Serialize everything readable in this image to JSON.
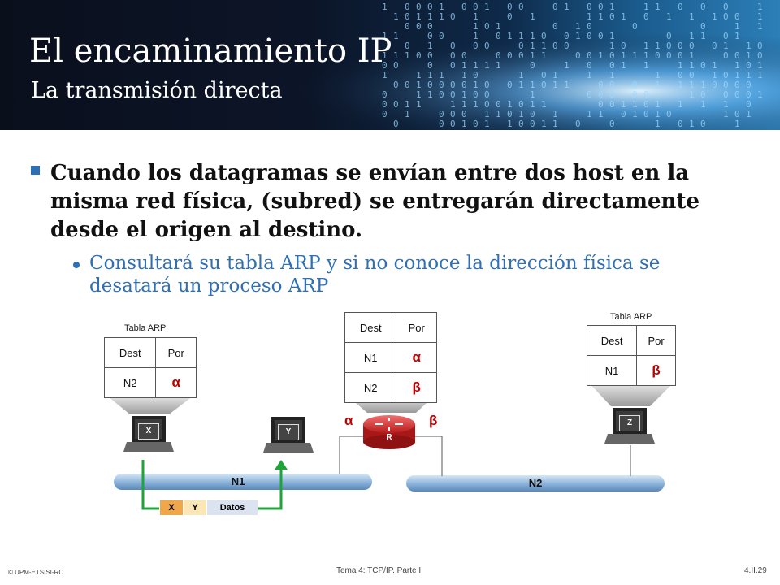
{
  "header": {
    "title": "El encaminamiento IP",
    "subtitle": "La transmisión directa"
  },
  "content": {
    "bullet_main": "Cuando los datagramas se envían entre dos host en la misma red física,  (subred) se entregarán directamente desde el origen al destino.",
    "bullet_sub": "Consultará su tabla ARP y si no conoce la dirección física se desatará un proceso ARP"
  },
  "diagram": {
    "left_table": {
      "caption": "Tabla ARP",
      "headers": [
        "Dest",
        "Por"
      ],
      "rows": [
        [
          "N2",
          "α"
        ]
      ]
    },
    "router_table": {
      "headers": [
        "Dest",
        "Por"
      ],
      "rows": [
        [
          "N1",
          "α"
        ],
        [
          "N2",
          "β"
        ]
      ]
    },
    "right_table": {
      "caption": "Tabla ARP",
      "headers": [
        "Dest",
        "Por"
      ],
      "rows": [
        [
          "N1",
          "β"
        ]
      ]
    },
    "hosts": {
      "x": "X",
      "y": "Y",
      "z": "Z",
      "router": "R"
    },
    "interfaces": {
      "alpha": "α",
      "beta": "β"
    },
    "networks": {
      "n1": "N1",
      "n2": "N2"
    },
    "packet": {
      "src": "X",
      "dst": "Y",
      "payload": "Datos"
    },
    "colors": {
      "arrow": "#1fa33a",
      "greek": "#c00000",
      "bus": "#8fb6dc"
    }
  },
  "footer": {
    "left": "© UPM-ETSISI-RC",
    "center": "Tema 4: TCP/IP. Parte II",
    "right": "4.II.29"
  }
}
